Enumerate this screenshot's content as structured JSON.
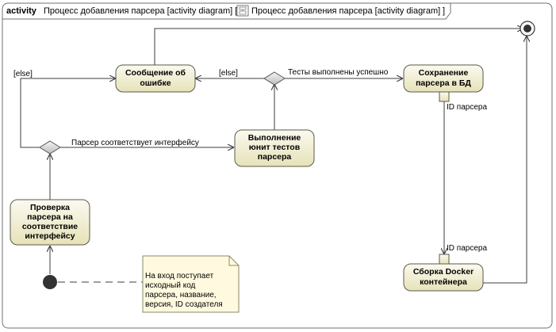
{
  "frame": {
    "keyword": "activity",
    "title": "Процесс добавления парсера [activity diagram] [",
    "tab_title": "Процесс добавления парсера [activity diagram]",
    "close_bracket": "]"
  },
  "actions": {
    "error_message": [
      "Сообщение об",
      "ошибке"
    ],
    "save_parser": [
      "Сохранение",
      "парсера в БД"
    ],
    "run_tests": [
      "Выполнение",
      "юнит тестов",
      "парсера"
    ],
    "check_parser": [
      "Проверка",
      "парсера на",
      "соответствие",
      "интерфейсу"
    ],
    "docker_build": [
      "Сборка Docker",
      "контейнера"
    ]
  },
  "labels": {
    "else_left": "[else]",
    "else_middle": "[else]",
    "tests_ok": "Тесты выполнены успешно",
    "parser_matches": "Парсер соответствует интерфейсу",
    "pin_out": "ID парсера",
    "pin_in": "ID парсера"
  },
  "note": [
    "На вход поступает",
    "исходный код",
    "парсера, название,",
    "версия, ID создателя"
  ],
  "colors": {
    "action_fill_top": "#f8f6e4",
    "action_fill_bottom": "#e8e4bc",
    "action_stroke": "#5a5a4a",
    "note_fill": "#fffadf",
    "line": "#3c3c3c",
    "node_fill": "#333333"
  }
}
